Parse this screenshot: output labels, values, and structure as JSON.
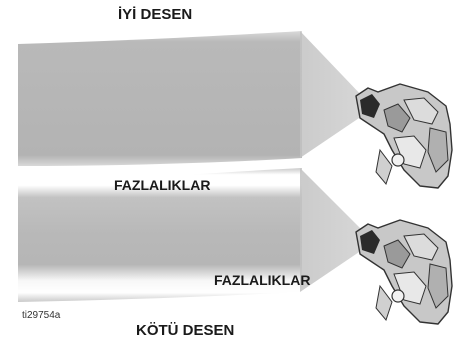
{
  "labels": {
    "good_pattern": "İYİ DESEN",
    "bad_pattern": "KÖTÜ DESEN",
    "excess_top": "FAZLALIKLAR",
    "excess_bottom": "FAZLALIKLAR",
    "figure_id": "ti29754a"
  },
  "colors": {
    "pattern_fill": "#b5b5b5",
    "pattern_edge_light": "#e6e6e6",
    "spray_fan": "#d6d6d6",
    "gun_body": "#c8c8c8",
    "gun_dark": "#333333",
    "text": "#1a1a1a"
  },
  "icons": [
    "spray-gun-icon",
    "spray-gun-icon"
  ]
}
